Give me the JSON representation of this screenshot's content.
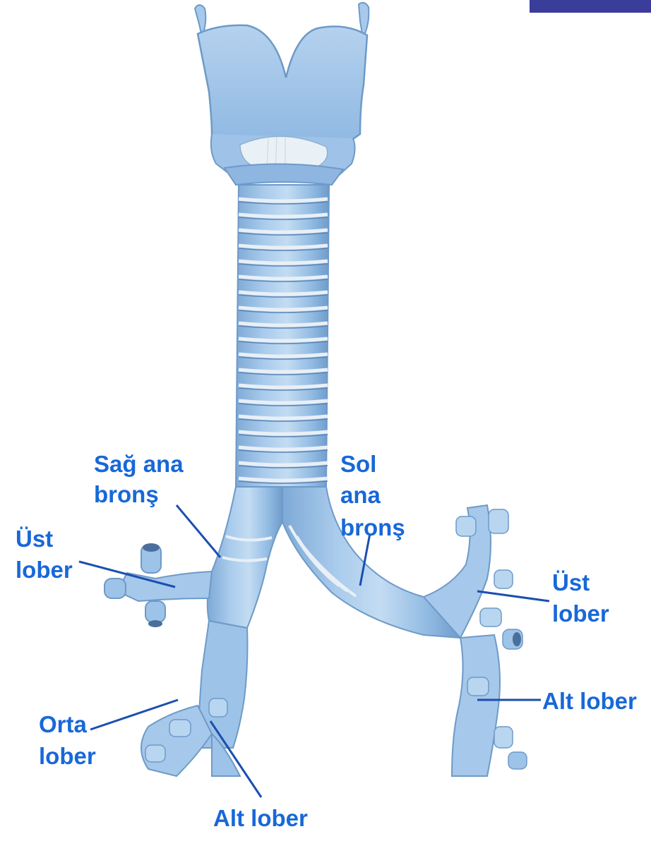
{
  "labels": {
    "sag_ana_1": "Sağ ana",
    "sag_ana_2": "bronş",
    "sol_1": "Sol",
    "sol_2": "ana",
    "sol_3": "bronş",
    "ust_left_1": "Üst",
    "ust_left_2": "lober",
    "ust_right_1": "Üst",
    "ust_right_2": "lober",
    "orta_1": "Orta",
    "orta_2": "lober",
    "alt_right": "Alt lober",
    "alt_bottom": "Alt lober"
  },
  "colors": {
    "label": "#1868d8",
    "leader": "#1a4fb0",
    "cartilage": "#9ec3e8",
    "cartilage_dark": "#6d9ac8",
    "ring_gap": "#dfe9f3",
    "corner_bar": "#3a3d9a"
  }
}
